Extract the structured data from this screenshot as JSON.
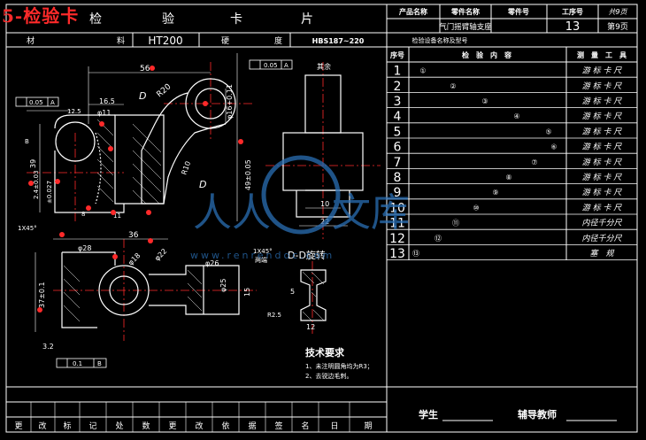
{
  "card": {
    "red_title": "5-检验卡",
    "title_chars": [
      "检",
      "验",
      "卡",
      "片"
    ],
    "product_name_label": "产品名称",
    "part_name_label": "零件名称",
    "part_no_label": "零件号",
    "step_no_label": "工序号",
    "sheet_label": "共9页",
    "part_name": "气门摇臂轴支座",
    "step_no": "13",
    "page_no": "第9页",
    "material_label": "材",
    "material_label2": "料",
    "material": "HT200",
    "hardness_label": "硬",
    "hardness_label2": "度",
    "hardness": "HBS187~220",
    "equipment_label": "检验设备名称及型号"
  },
  "table": {
    "headers": [
      "序号",
      "检　验　内　容",
      "测　量　工　具"
    ],
    "rows": [
      {
        "no": "1",
        "mark": "①",
        "tool": "游 标 卡 尺"
      },
      {
        "no": "2",
        "mark": "②",
        "tool": "游 标 卡 尺"
      },
      {
        "no": "3",
        "mark": "③",
        "tool": "游 标 卡 尺"
      },
      {
        "no": "4",
        "mark": "④",
        "tool": "游 标 卡 尺"
      },
      {
        "no": "5",
        "mark": "⑤",
        "tool": "游 标 卡 尺"
      },
      {
        "no": "6",
        "mark": "⑥",
        "tool": "游 标 卡 尺"
      },
      {
        "no": "7",
        "mark": "⑦",
        "tool": "游 标 卡 尺"
      },
      {
        "no": "8",
        "mark": "⑧",
        "tool": "游 标 卡 尺"
      },
      {
        "no": "9",
        "mark": "⑨",
        "tool": "游 标 卡 尺"
      },
      {
        "no": "10",
        "mark": "⑩",
        "tool": "游 标 卡 尺"
      },
      {
        "no": "11",
        "mark": "⑪",
        "tool": "内径千分尺"
      },
      {
        "no": "12",
        "mark": "⑫",
        "tool": "内径千分尺"
      },
      {
        "no": "13",
        "mark": "⑬",
        "tool": "塞　规"
      }
    ]
  },
  "drawing": {
    "dim_56": "56",
    "dim_16_5": "16.5",
    "dim_phi11": "φ11",
    "dim_r20": "R20",
    "dim_d": "D",
    "dim_r10": "R10",
    "dim_d2": "D",
    "dim_16_011": "φ16+0.11",
    "dim_12_5": "12.5",
    "dim_39": "39",
    "dim_24": "2.4±0.03",
    "dim_0027": "±0.027",
    "dim_8": "8",
    "dim_11": "11",
    "dim_36": "36",
    "dim_49": "49±0.05",
    "dim_phi28": "φ28",
    "dim_phi18": "φ18",
    "dim_phi22": "φ22",
    "dim_phi26": "φ26",
    "dim_phi25": "φ25",
    "dim_15": "15",
    "dim_1x45": "1X45°",
    "dim_1x45b": "1X45°",
    "dim_round": "两端",
    "dim_37": "37±0.1",
    "dim_3_2": "3.2",
    "dim_10": "10",
    "dim_22": "22",
    "dim_5": "5",
    "dim_r2_5": "R2.5",
    "dim_12": "12",
    "tol_005a": "0.05",
    "tol_005b": "0.05",
    "tol_01": "0.1",
    "datum_a": "A",
    "datum_a2": "A",
    "datum_b": "B",
    "datum_b2": "B",
    "section_label": "D-D旋转",
    "rest_label": "其余",
    "tech_title": "技术要求",
    "tech_1": "1、未注明圆角均为R3；",
    "tech_2": "2、去锐边毛刺。",
    "watermark_1": "人人",
    "watermark_2": "文库",
    "watermark_url": "www.renrendoc.com"
  },
  "footer": {
    "student_label": "学生",
    "teacher_label": "辅导教师",
    "labels": [
      "更",
      "改",
      "标",
      "记",
      "处",
      "数",
      "更",
      "改",
      "依",
      "据",
      "签",
      "名",
      "日",
      "期"
    ]
  },
  "colors": {
    "bg": "#000000",
    "line": "#ffffff",
    "red": "#ff2a2a",
    "yellow": "#ffff00",
    "magenta": "#ff00ff",
    "green": "#00ff00",
    "cyan": "#00ffff",
    "watermark": "#2a6fb5"
  }
}
